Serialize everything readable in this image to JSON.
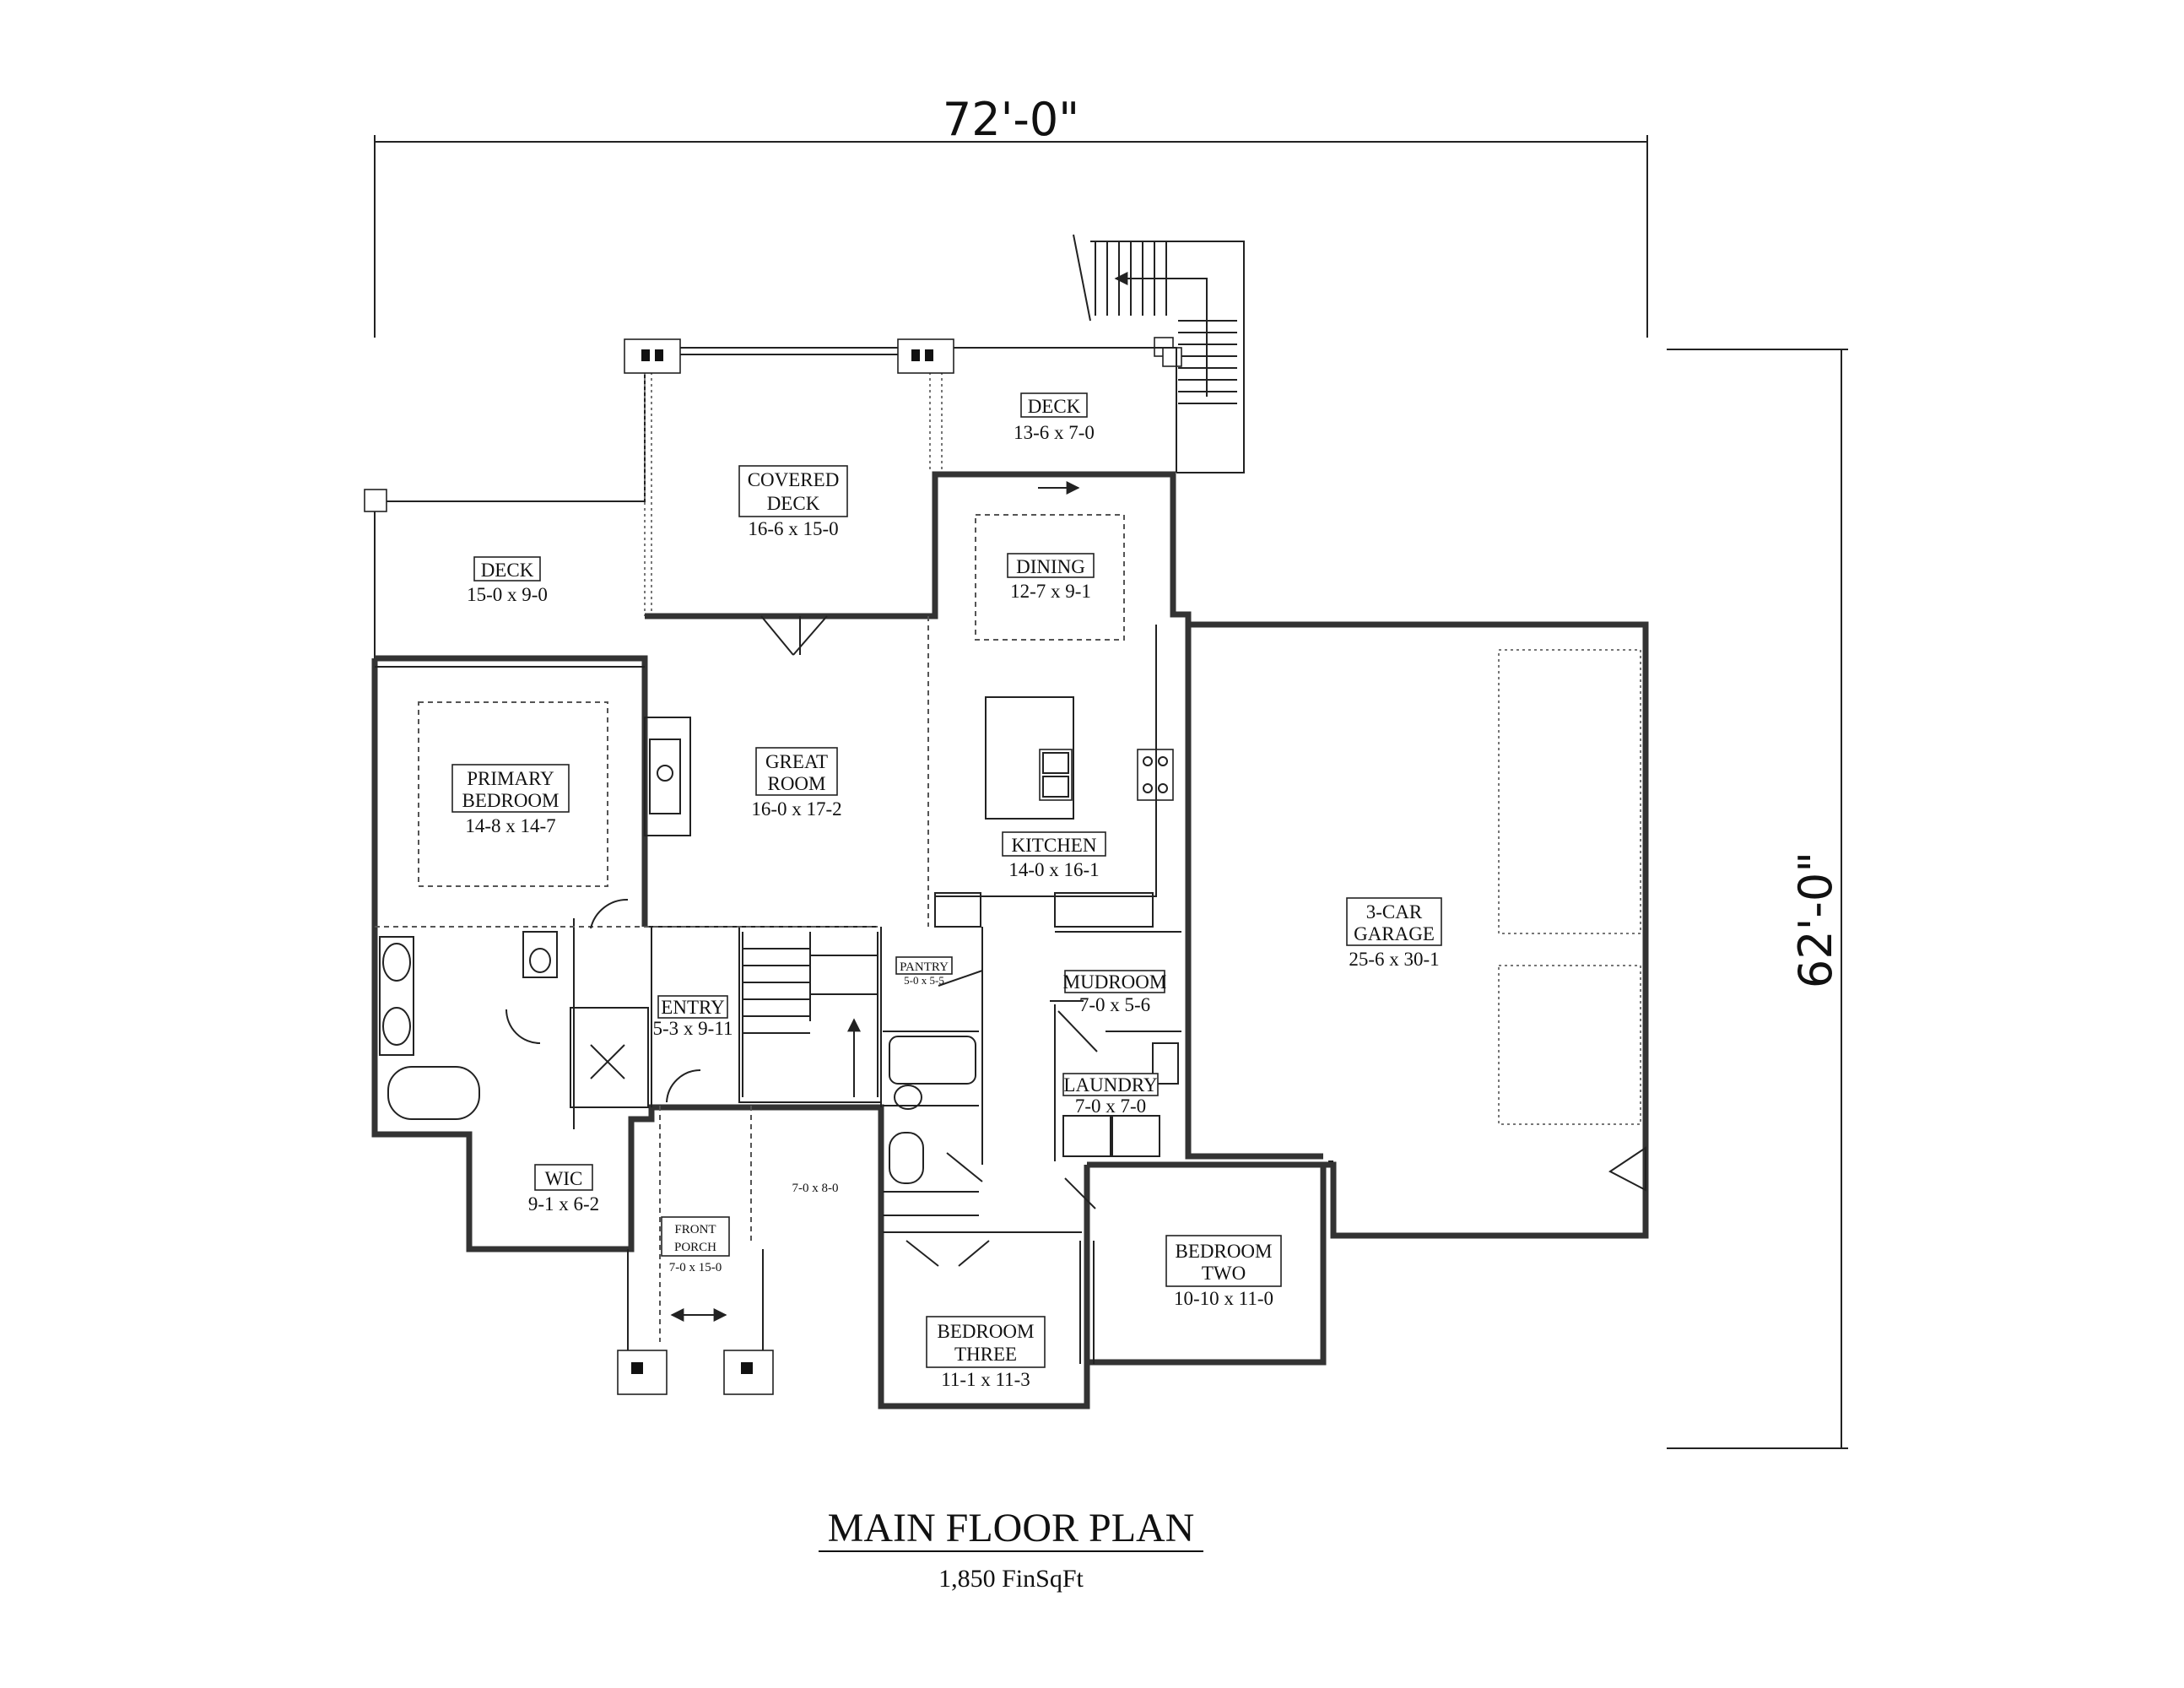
{
  "dimensions": {
    "width": "72'-0\"",
    "depth": "62'-0\""
  },
  "plan": {
    "title": "MAIN FLOOR PLAN",
    "subtitle": "1,850 FinSqFt"
  },
  "rooms": {
    "deck_upper": {
      "name": "DECK",
      "size": "13-6 x 7-0"
    },
    "covered_deck": {
      "name_1": "COVERED",
      "name_2": "DECK",
      "size": "16-6 x 15-0"
    },
    "deck_left": {
      "name": "DECK",
      "size": "15-0 x 9-0"
    },
    "dining": {
      "name": "DINING",
      "size": "12-7 x 9-1"
    },
    "great_room": {
      "name_1": "GREAT",
      "name_2": "ROOM",
      "size": "16-0 x 17-2"
    },
    "primary_bedroom": {
      "name_1": "PRIMARY",
      "name_2": "BEDROOM",
      "size": "14-8 x 14-7"
    },
    "kitchen": {
      "name": "KITCHEN",
      "size": "14-0 x 16-1"
    },
    "garage": {
      "name_1": "3-CAR",
      "name_2": "GARAGE",
      "size": "25-6 x 30-1"
    },
    "pantry": {
      "name": "PANTRY",
      "size": "5-0 x 5-5"
    },
    "mudroom": {
      "name": "MUDROOM",
      "size": "7-0 x 5-6"
    },
    "entry": {
      "name": "ENTRY",
      "size": "5-3 x 9-11"
    },
    "laundry": {
      "name": "LAUNDRY",
      "size": "7-0 x 7-0"
    },
    "wic": {
      "name": "WIC",
      "size": "9-1 x 6-2"
    },
    "porch_room": {
      "size": "7-0 x 8-0"
    },
    "front_porch": {
      "name_1": "FRONT",
      "name_2": "PORCH",
      "size": "7-0 x 15-0"
    },
    "bedroom_two": {
      "name_1": "BEDROOM",
      "name_2": "TWO",
      "size": "10-10 x 11-0"
    },
    "bedroom_three": {
      "name_1": "BEDROOM",
      "name_2": "THREE",
      "size": "11-1 x 11-3"
    }
  }
}
